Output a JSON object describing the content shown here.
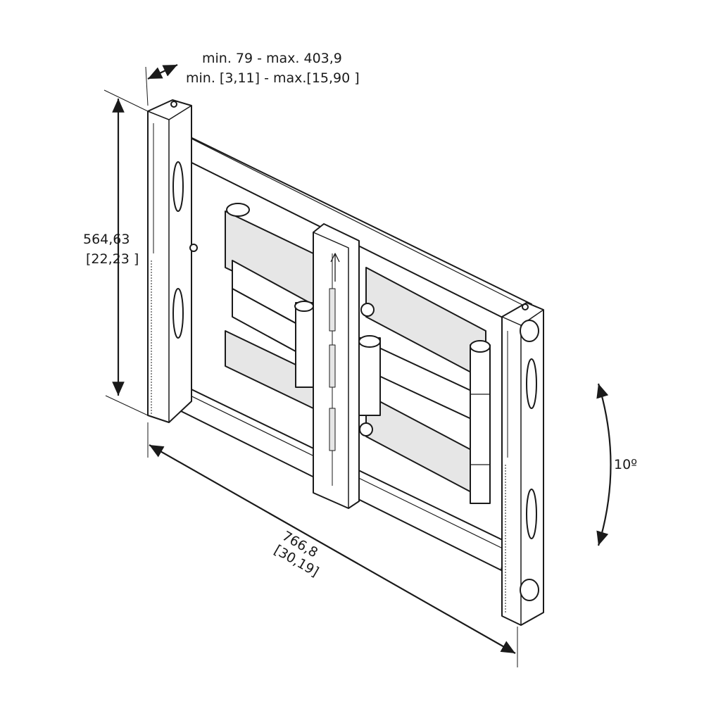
{
  "dimensions": {
    "depth": "min. 79 - max. 403,9",
    "depth_in": "min. [3,11] - max.[15,90 ]",
    "height": "564,63",
    "height_in": "[22,23 ]",
    "width": "766,8",
    "width_in": "[30,19]",
    "tilt": "10º"
  },
  "colors": {
    "line": "#1a1a1a",
    "part_fill": "#ffffff",
    "part_shade": "#e6e6e6"
  }
}
